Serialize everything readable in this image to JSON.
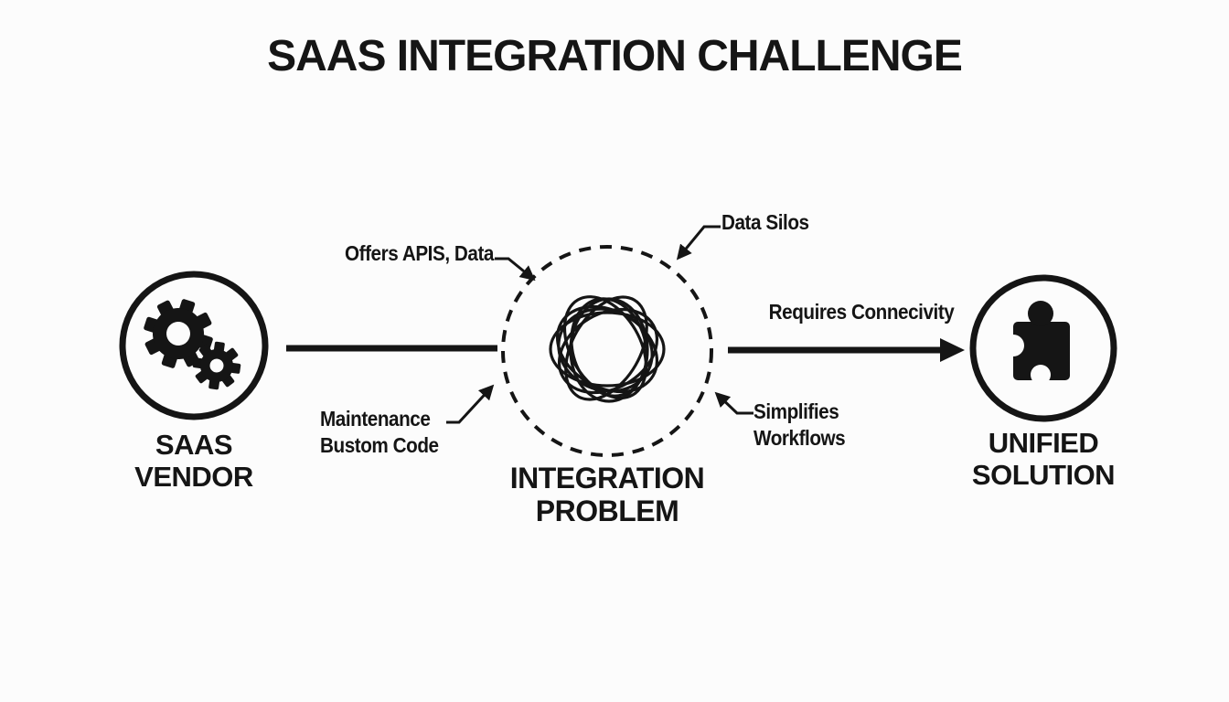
{
  "title": "SAAS INTEGRATION CHALLENGE",
  "colors": {
    "ink": "#151515",
    "background": "#fcfcfc"
  },
  "nodes": {
    "vendor": {
      "label": "SAAS VENDOR",
      "icon": "gears-icon"
    },
    "problem": {
      "lines": [
        "INTEGRATION",
        "PROBLEM"
      ],
      "icon": "tangle-icon"
    },
    "solution": {
      "lines": [
        "UNIFIED",
        "SOLUTION"
      ],
      "icon": "puzzle-piece-icon"
    }
  },
  "annotations": {
    "offers": {
      "text": "Offers APIS, Data"
    },
    "data_silos": {
      "text": "Data Silos"
    },
    "maintenance": {
      "lines": [
        "Maintenance",
        "Bustom Code"
      ]
    },
    "simplifies": {
      "lines": [
        "Simplifies",
        "Workflows"
      ]
    },
    "requires": {
      "text": "Requires Connecivity"
    }
  }
}
